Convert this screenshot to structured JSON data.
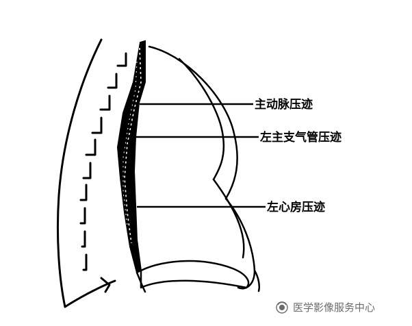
{
  "labels": {
    "aorta": "主动脉压迹",
    "left_bronchus": "左主支气管压迹",
    "left_atrium": "左心房压迹"
  },
  "watermark": {
    "text": "医学影像服务中心",
    "icon": "wechat-channel-icon"
  },
  "colors": {
    "line": "#000000",
    "watermark": "#6b6b6b"
  }
}
